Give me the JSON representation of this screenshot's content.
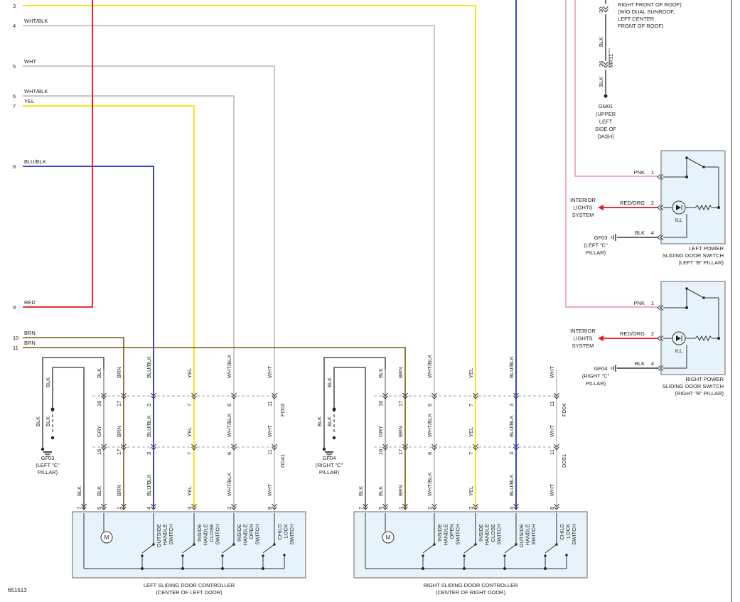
{
  "colors": {
    "RED": "#e8141c",
    "YEL": "#f5e600",
    "BLU": "#2a2ad8",
    "BRN": "#7a5a12",
    "GRY": "#b4b4b4",
    "PNK": "#f08aa0",
    "DARK": "#555555",
    "BLK": "#333333",
    "box": "#e6f3fa",
    "boxBorder": "#556"
  },
  "page_id": "651513",
  "left_pins": [
    {
      "num": "3",
      "color": "YEL"
    },
    {
      "num": "4",
      "color": "WHT/BLK"
    },
    {
      "num": "5",
      "color": "WHT"
    },
    {
      "num": "6",
      "color": "WHT/BLK"
    },
    {
      "num": "7",
      "color": "YEL"
    },
    {
      "num": "8",
      "color": "BLU/BLK"
    },
    {
      "num": "9",
      "color": "RED"
    },
    {
      "num": "10",
      "color": "BRN"
    },
    {
      "num": "11",
      "color": "BRN"
    }
  ],
  "ground_top": {
    "lines": [
      "RIGHT FRONT OF ROOF)",
      "(W/O DUAL SUNROOF,",
      "LEFT CENTER",
      "FRONT OF ROOF)"
    ],
    "pin_top": "30",
    "pin_bot": "36",
    "wire": "BLK",
    "connector": "MR11",
    "ground_id": "GM01",
    "ground_lines": [
      "(UPPER",
      "LEFT",
      "SIDE OF",
      "DASH)"
    ]
  },
  "left_switch": {
    "pin1": "1",
    "pin2": "2",
    "pin4": "4",
    "wire1": "PNK",
    "wire2": "RED/ORG",
    "wire4": "BLK",
    "ill": "ILL",
    "interior": [
      "INTERIOR",
      "LIGHTS",
      "SYSTEM"
    ],
    "gnd": [
      "GF03",
      "(LEFT \"C\"",
      "PILLAR)"
    ],
    "name": [
      "LEFT POWER",
      "SLIDING DOOR SWITCH",
      "(LEFT \"B\" PILLAR)"
    ]
  },
  "right_switch": {
    "pin1": "1",
    "pin2": "2",
    "pin4": "4",
    "wire1": "PNK",
    "wire2": "RED/ORG",
    "wire4": "BLK",
    "ill": "ILL",
    "interior": [
      "INTERIOR",
      "LIGHTS",
      "SYSTEM"
    ],
    "gnd": [
      "GF04",
      "(RIGHT \"C\"",
      "PILLAR)"
    ],
    "name": [
      "RIGHT POWER",
      "SLIDING DOOR SWITCH",
      "(RIGHT \"B\" PILLAR)"
    ]
  },
  "left_ctrl": {
    "gnd": [
      "GF03",
      "(LEFT \"C\"",
      "PILLAR)"
    ],
    "gnd_wires": [
      "BLK",
      "BLK",
      "BLK"
    ],
    "conn_top": "FD03",
    "conn_bot": "DD41",
    "cols_top": [
      {
        "wire": "BLK",
        "pin": "16"
      },
      {
        "wire": "BRN",
        "pin": "17"
      },
      {
        "wire": "BLU/BLK",
        "pin": "3"
      },
      {
        "wire": "YEL",
        "pin": "7"
      },
      {
        "wire": "WHT/BLK",
        "pin": "6"
      },
      {
        "wire": "WHT",
        "pin": "11"
      }
    ],
    "cols_mid": [
      {
        "wire": "GRY",
        "pin": "16"
      },
      {
        "wire": "BRN",
        "pin": "17"
      },
      {
        "wire": "BLU/BLK",
        "pin": "3"
      },
      {
        "wire": "YEL",
        "pin": "7"
      },
      {
        "wire": "WHT/BLK",
        "pin": "6"
      },
      {
        "wire": "WHT",
        "pin": "11"
      }
    ],
    "cols_bot": [
      {
        "wire": "BLK",
        "pin": "7"
      },
      {
        "wire": "BLK",
        "pin": "5"
      },
      {
        "wire": "BRN",
        "pin": "1"
      },
      {
        "wire": "BLU/BLK",
        "pin": "4"
      },
      {
        "wire": "YEL",
        "pin": "3"
      },
      {
        "wire": "WHT/BLK",
        "pin": "2"
      },
      {
        "wire": "WHT",
        "pin": "8"
      }
    ],
    "motor": "M",
    "switches": [
      [
        "OUTSIDE",
        "HANDLE",
        "SWITCH"
      ],
      [
        "INSIDE",
        "HANDLE",
        "CLOSE",
        "SWITCH"
      ],
      [
        "INSIDE",
        "HANDLE",
        "OPEN",
        "SWITCH"
      ],
      [
        "CHILD",
        "LOCK",
        "SWITCH"
      ]
    ],
    "name": [
      "LEFT SLIDING DOOR CONTROLLER",
      "(CENTER OF LEFT DOOR)"
    ]
  },
  "right_ctrl": {
    "gnd": [
      "GF04",
      "(RIGHT \"C\"",
      "PILLAR)"
    ],
    "gnd_wires": [
      "BLK",
      "BLK",
      "BLK"
    ],
    "conn_top": "FD04",
    "conn_bot": "DD51",
    "cols_top": [
      {
        "wire": "BLK",
        "pin": "16"
      },
      {
        "wire": "BRN",
        "pin": "17"
      },
      {
        "wire": "WHT/BLK",
        "pin": "6"
      },
      {
        "wire": "YEL",
        "pin": "7"
      },
      {
        "wire": "BLU/BLK",
        "pin": "3"
      },
      {
        "wire": "WHT",
        "pin": "11"
      }
    ],
    "cols_mid": [
      {
        "wire": "GRY",
        "pin": "16"
      },
      {
        "wire": "BRN",
        "pin": "17"
      },
      {
        "wire": "WHT/BLK",
        "pin": "6"
      },
      {
        "wire": "YEL",
        "pin": "7"
      },
      {
        "wire": "BLU/BLK",
        "pin": "3"
      },
      {
        "wire": "WHT",
        "pin": "11"
      }
    ],
    "cols_bot": [
      {
        "wire": "BLK",
        "pin": "7"
      },
      {
        "wire": "BLK",
        "pin": "5"
      },
      {
        "wire": "BRN",
        "pin": "1"
      },
      {
        "wire": "WHT/BLK",
        "pin": "2"
      },
      {
        "wire": "YEL",
        "pin": "3"
      },
      {
        "wire": "BLU/BLK",
        "pin": "4"
      },
      {
        "wire": "WHT",
        "pin": "8"
      }
    ],
    "motor": "M",
    "switches": [
      [
        "INSIDE",
        "HANDLE",
        "OPEN",
        "SWITCH"
      ],
      [
        "INSIDE",
        "HANDLE",
        "CLOSE",
        "SWITCH"
      ],
      [
        "OUTSIDE",
        "HANDLE",
        "SWITCH"
      ],
      [
        "CHILD",
        "LOCK",
        "SWITCH"
      ]
    ],
    "name": [
      "RIGHT SLIDING DOOR CONTROLLER",
      "(CENTER OF RIGHT DOOR)"
    ]
  }
}
